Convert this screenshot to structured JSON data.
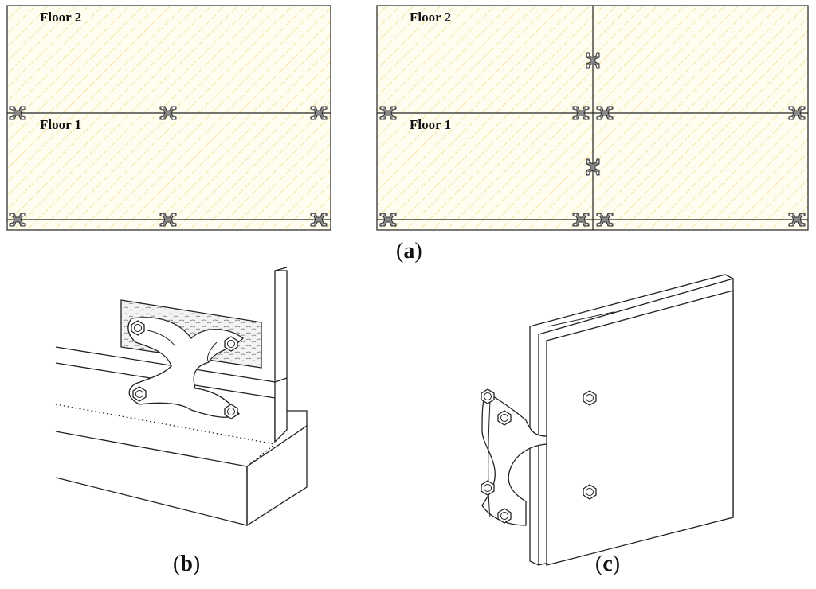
{
  "figure": {
    "panel_a": {
      "label_open": "(",
      "letter": "a",
      "label_close": ")",
      "left_view": {
        "top_floor": "Floor 2",
        "bottom_floor": "Floor 1"
      },
      "right_view": {
        "top_floor": "Floor 2",
        "bottom_floor": "Floor 1"
      }
    },
    "panel_b": {
      "label_open": "(",
      "letter": "b",
      "label_close": ")"
    },
    "panel_c": {
      "label_open": "(",
      "letter": "c",
      "label_close": ")"
    }
  },
  "colors": {
    "panel_fill": "#fffdf0",
    "hatch": "#f0d878",
    "outline": "#222222",
    "connector": "#666666",
    "plate_texture": "#777777"
  },
  "icons": {
    "connector": "x-connector-icon",
    "bolt": "hex-bolt-icon"
  }
}
